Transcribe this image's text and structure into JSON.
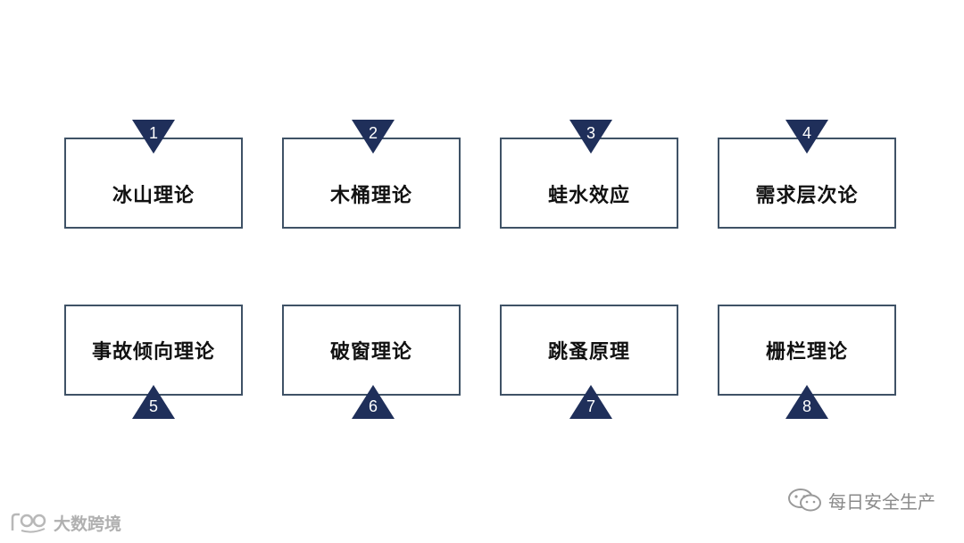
{
  "cards": [
    {
      "number": "1",
      "label": "冰山理论"
    },
    {
      "number": "2",
      "label": "木桶理论"
    },
    {
      "number": "3",
      "label": "蛙水效应"
    },
    {
      "number": "4",
      "label": "需求层次论"
    },
    {
      "number": "5",
      "label": "事故倾向理论"
    },
    {
      "number": "6",
      "label": "破窗理论"
    },
    {
      "number": "7",
      "label": "跳蚤原理"
    },
    {
      "number": "8",
      "label": "栅栏理论"
    }
  ],
  "colors": {
    "border": "#3f5266",
    "marker": "#1f2f5a",
    "label": "#111111"
  },
  "watermarks": {
    "right": {
      "icon": "wechat-icon",
      "text": "每日安全生产"
    },
    "left": {
      "icon": "logo-icon",
      "text": "大数跨境"
    }
  }
}
